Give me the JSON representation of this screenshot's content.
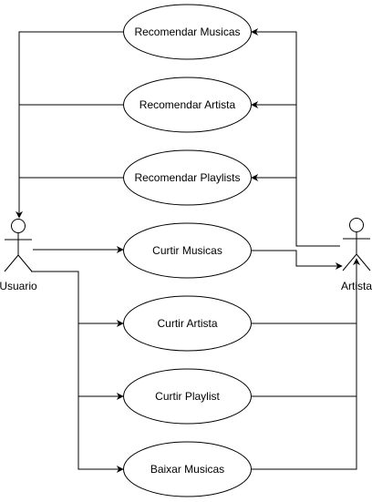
{
  "actors": {
    "usuario": {
      "label": "Usuario"
    },
    "artista": {
      "label": "Artista"
    }
  },
  "use_cases": {
    "recomendar_musicas": "Recomendar Musicas",
    "recomendar_artista": "Recomendar Artista",
    "recomendar_playlists": "Recomendar Playlists",
    "curtir_musicas": "Curtir Musicas",
    "curtir_artista": "Curtir Artista",
    "curtir_playlist": "Curtir Playlist",
    "baixar_musicas": "Baixar Musicas"
  },
  "colors": {
    "stroke": "#000000",
    "background": "#ffffff"
  }
}
